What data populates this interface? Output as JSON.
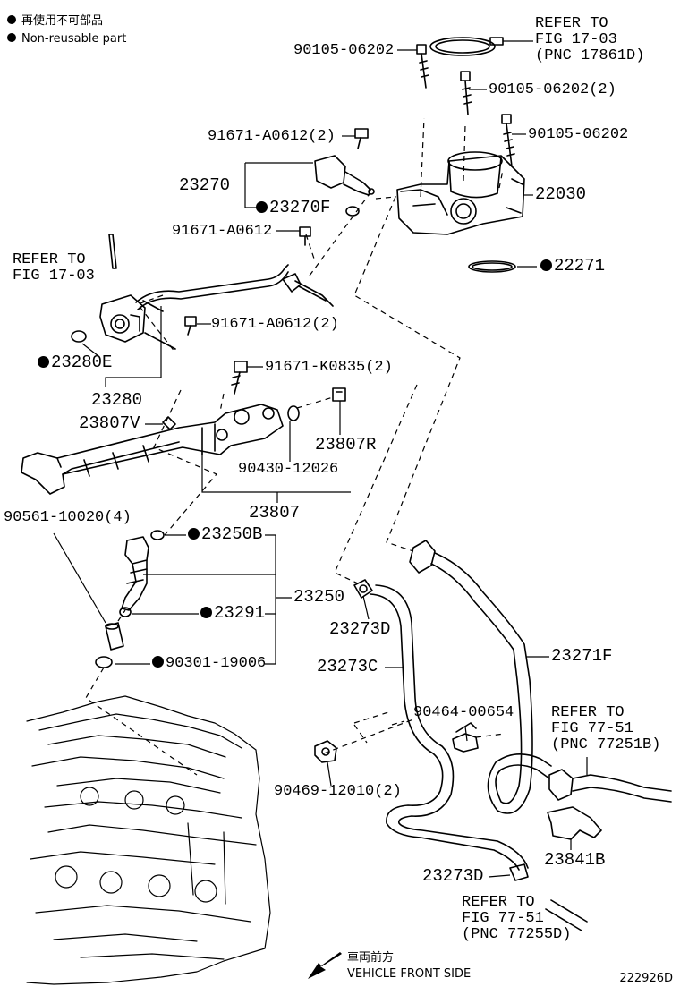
{
  "legend": {
    "line1": "再使用不可部品",
    "line2": "Non-reusable part"
  },
  "refs": {
    "r1703_top": [
      "REFER TO",
      "FIG 17-03",
      "(PNC 17861D)"
    ],
    "r1703_left": [
      "REFER TO",
      "FIG 17-03"
    ],
    "r7751_b": [
      "REFER TO",
      "FIG 77-51",
      "(PNC 77251B)"
    ],
    "r7751_d": [
      "REFER TO",
      "FIG 77-51",
      "(PNC 77255D)"
    ]
  },
  "labels": {
    "p9010506202_a": "90105-06202",
    "p9010506202_b": "90105-06202(2)",
    "p9010506202_c": "90105-06202",
    "p22030": "22030",
    "p91671a0612_2a": "91671-A0612(2)",
    "p23270": "23270",
    "p23270f": "23270F",
    "p91671a0612": "91671-A0612",
    "p22271": "22271",
    "p91671a0612_2b": "91671-A0612(2)",
    "p23280e": "23280E",
    "p23280": "23280",
    "p91671k0835": "91671-K0835(2)",
    "p23807v": "23807V",
    "p23807r": "23807R",
    "p9043012026": "90430-12026",
    "p23807": "23807",
    "p9056110020": "90561-10020(4)",
    "p23250b": "23250B",
    "p23250": "23250",
    "p23291": "23291",
    "p9030119006": "90301-19006",
    "p23273d_a": "23273D",
    "p23273c": "23273C",
    "p23271f": "23271F",
    "p9046400654": "90464-00654",
    "p9046912010": "90469-12010(2)",
    "p23841b": "23841B",
    "p23273d_b": "23273D"
  },
  "front": {
    "jp": "車両前方",
    "en": "VEHICLE FRONT SIDE"
  },
  "figure_number": "222926D",
  "colors": {
    "ink": "#000000",
    "paper": "#ffffff"
  },
  "icons": {
    "front_arrow": "arrow-down-left-icon",
    "marker": "filled-dot-icon"
  }
}
